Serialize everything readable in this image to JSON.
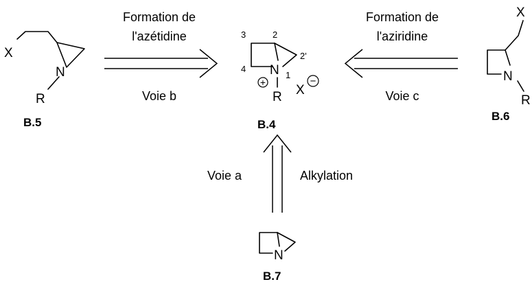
{
  "arrows": {
    "b": {
      "top_line1": "Formation de",
      "top_line2": "l'azétidine",
      "bottom": "Voie b"
    },
    "c": {
      "top_line1": "Formation de",
      "top_line2": "l'aziridine",
      "bottom": "Voie c"
    },
    "a": {
      "left": "Voie a",
      "right": "Alkylation"
    }
  },
  "compounds": {
    "b5": {
      "code": "B.5",
      "x": "X",
      "n": "N",
      "r": "R"
    },
    "b4": {
      "code": "B.4",
      "n": "N",
      "r": "R",
      "x": "X",
      "charge_pos": "+",
      "charge_neg": "−",
      "numbers": {
        "n1": "1",
        "n2": "2",
        "n2p": "2'",
        "n3": "3",
        "n4": "4"
      }
    },
    "b6": {
      "code": "B.6",
      "x": "X",
      "n": "N",
      "r": "R"
    },
    "b7": {
      "code": "B.7",
      "n": "N"
    }
  }
}
